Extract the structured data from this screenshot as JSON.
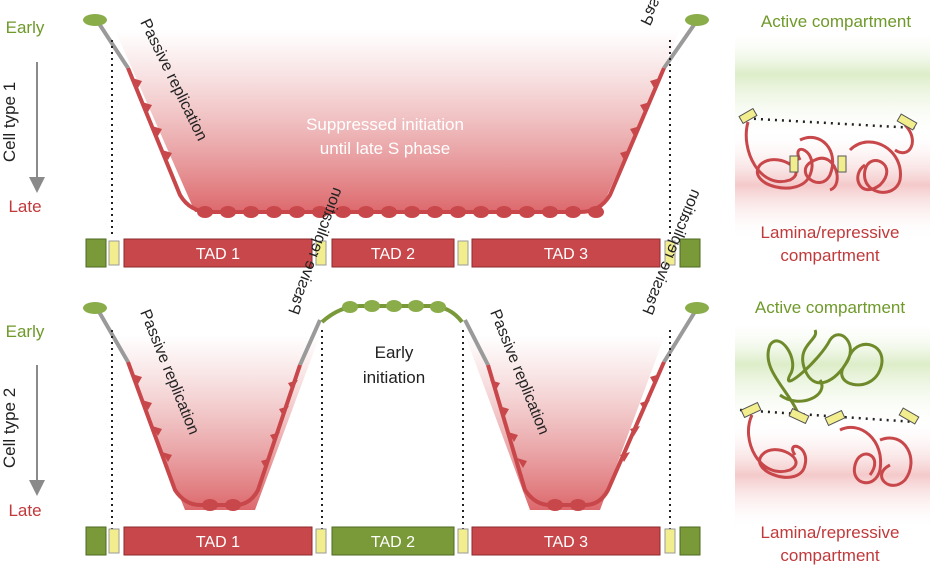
{
  "panel1": {
    "row_label": "Cell type 1",
    "early": "Early",
    "late": "Late",
    "passive_left": "Passive replication",
    "passive_right": "Passive replication",
    "center_line1": "Suppressed initiation",
    "center_line2": "until late S phase",
    "tads": [
      "TAD 1",
      "TAD 2",
      "TAD 3"
    ],
    "active_compartment": "Active compartment",
    "repressive_line1": "Lamina/repressive",
    "repressive_line2": "compartment"
  },
  "panel2": {
    "row_label": "Cell type 2",
    "early": "Early",
    "late": "Late",
    "passive_labels": [
      "Passive replication",
      "Passive replication",
      "Passive replication",
      "Passive replication"
    ],
    "center_line1": "Early",
    "center_line2": "initiation",
    "tads": [
      "TAD 1",
      "TAD 2",
      "TAD 3"
    ],
    "active_compartment": "Active compartment",
    "repressive_line1": "Lamina/repressive",
    "repressive_line2": "compartment"
  },
  "colors": {
    "red": "#c8474a",
    "green": "#7a9a3a",
    "green_text": "#6f9a2a",
    "red_text": "#c0393b",
    "yellow": "#f2ee8e",
    "gray": "#8a8a8a"
  }
}
